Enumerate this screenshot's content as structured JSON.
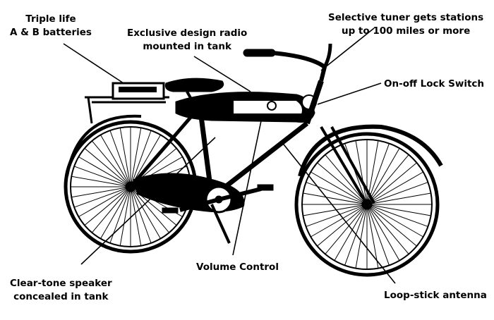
{
  "labels": {
    "batteries": {
      "line1": "Triple life",
      "line2": "A & B batteries"
    },
    "radio": {
      "line1": "Exclusive design radio",
      "line2": "mounted in tank"
    },
    "tuner": {
      "line1": "Selective tuner gets stations",
      "line2": "up to 100 miles or more"
    },
    "lock_switch": {
      "line1": "On-off Lock Switch"
    },
    "speaker": {
      "line1": "Clear-tone speaker",
      "line2": "concealed in tank"
    },
    "volume": {
      "line1": "Volume Control"
    },
    "antenna": {
      "line1": "Loop-stick antenna"
    }
  },
  "colors": {
    "ink": "#000000",
    "paper": "#ffffff"
  }
}
